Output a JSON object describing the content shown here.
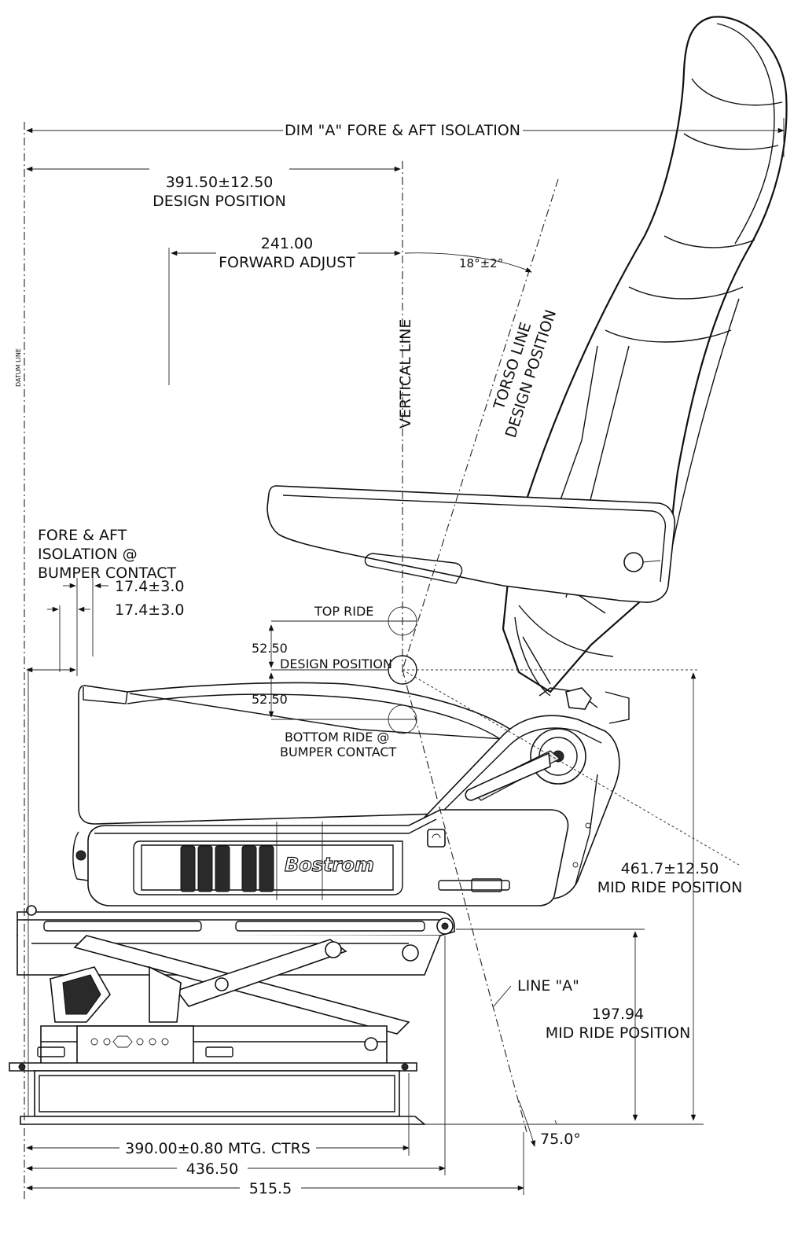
{
  "labels": {
    "dim_a": "DIM \"A\" FORE & AFT ISOLATION",
    "design_dim": "391.50±12.50",
    "design_pos": "DESIGN POSITION",
    "fwd_dim": "241.00",
    "fwd_label": "FORWARD ADJUST",
    "angle_torso": "18°±2°",
    "datum": "DATUM LINE",
    "vertical": "VERTICAL LINE",
    "torso_line": "TORSO LINE",
    "torso_design": "DESIGN POSITION",
    "fa_iso_1": "FORE & AFT",
    "fa_iso_2": "ISOLATION @",
    "fa_iso_3": "BUMPER CONTACT",
    "iso_dim_1": "17.4±3.0",
    "iso_dim_2": "17.4±3.0",
    "top_ride": "TOP RIDE",
    "ride_up": "52.50",
    "design_pos_2": "DESIGN POSITION",
    "ride_down": "52.50",
    "bottom_ride_1": "BOTTOM RIDE @",
    "bottom_ride_2": "BUMPER CONTACT",
    "logo": "Bostrom",
    "mid_ride_dim": "461.7±12.50",
    "mid_ride_label": "MID RIDE POSITION",
    "line_a": "LINE \"A\"",
    "mid_ride_dim_2": "197.94",
    "mid_ride_label_2": "MID RIDE POSITION",
    "angle_base": "75.0°",
    "mtg_ctrs": "390.00±0.80 MTG. CTRS",
    "width_1": "436.50",
    "width_2": "515.5"
  }
}
